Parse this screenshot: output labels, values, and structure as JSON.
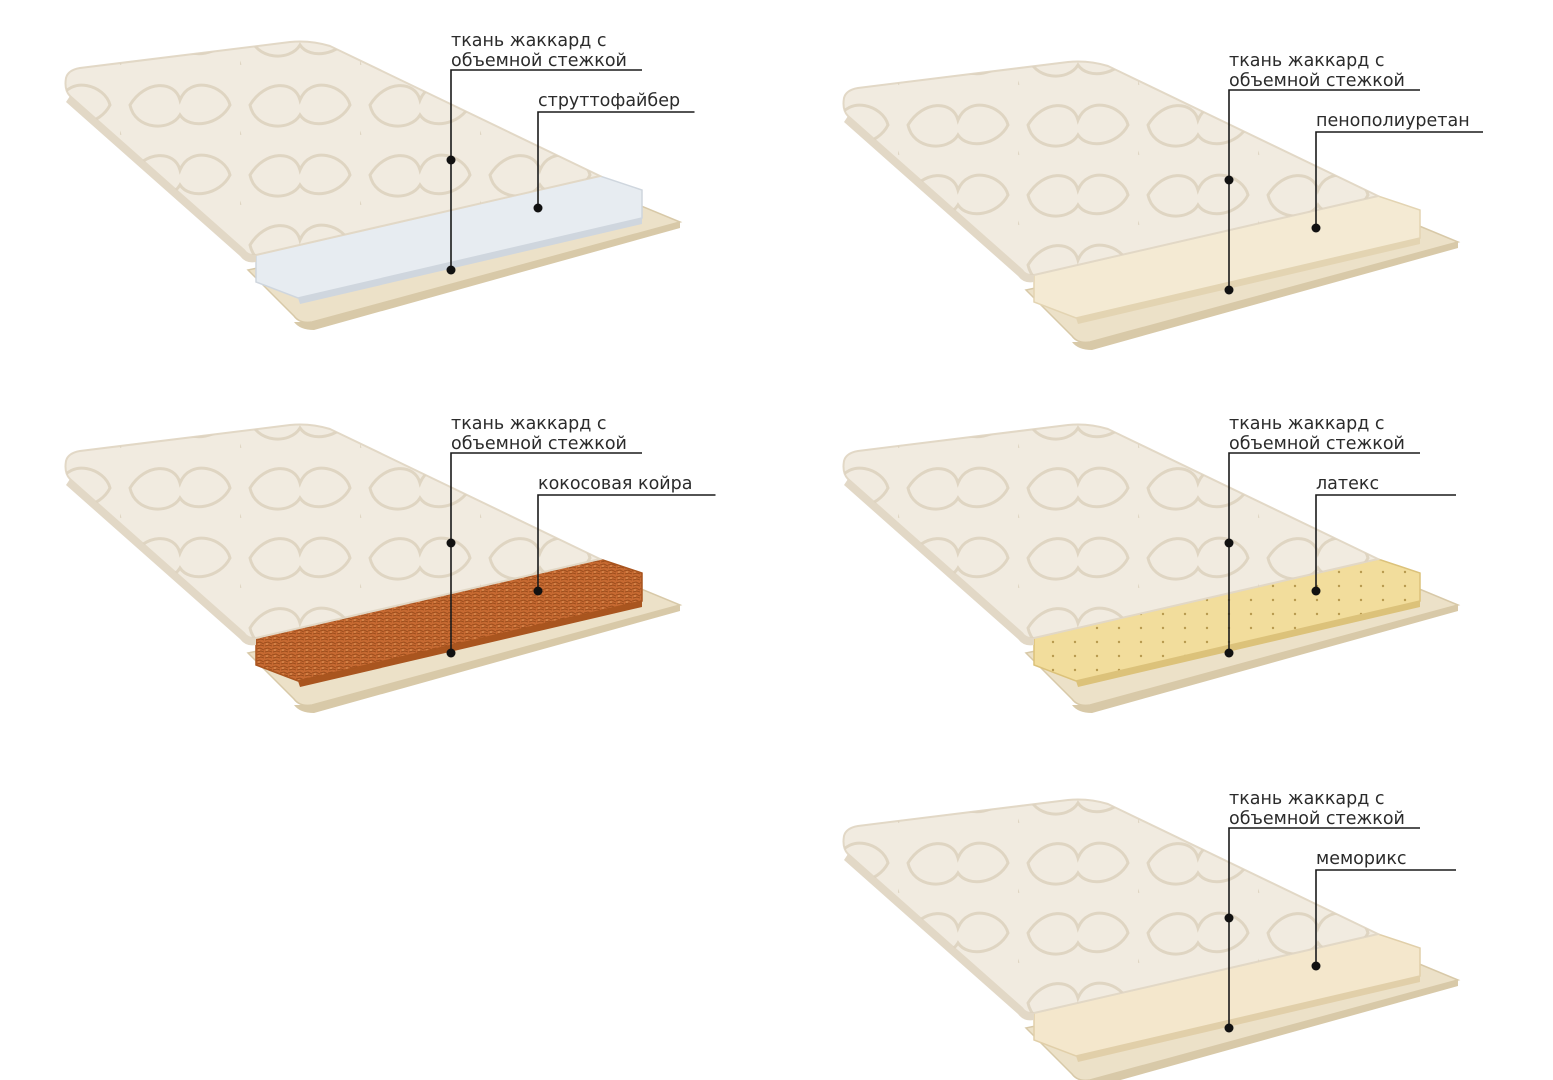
{
  "diagrams": [
    {
      "id": "strutto",
      "label_top_line1": "ткань жаккард с",
      "label_top_line2": "объемной стежкой",
      "label_core": "струттофайбер",
      "core_color": "#e7ecf1",
      "core_side_color": "#cfd6de"
    },
    {
      "id": "ppu",
      "label_top_line1": "ткань жаккард с",
      "label_top_line2": "объемной стежкой",
      "label_core": "пенополиуретан",
      "core_color": "#f4ead3",
      "core_side_color": "#e3d4b2"
    },
    {
      "id": "coir",
      "label_top_line1": "ткань жаккард с",
      "label_top_line2": "объемной стежкой",
      "label_core": "кокосовая койра",
      "core_color": "#c9713a",
      "core_side_color": "#a9551f"
    },
    {
      "id": "latex",
      "label_top_line1": "ткань жаккард с",
      "label_top_line2": "объемной стежкой",
      "label_core": "латекс",
      "core_color": "#f2dd9c",
      "core_side_color": "#dcc27a"
    },
    {
      "id": "memorix",
      "label_top_line1": "ткань жаккард с",
      "label_top_line2": "объемной стежкой",
      "label_core": "меморикс",
      "core_color": "#f4e7cc",
      "core_side_color": "#e1cfa9"
    }
  ],
  "colors": {
    "fabric_top": "#f1ebe0",
    "fabric_edge": "#e2d8c6",
    "fabric_pattern": "#e6dccb",
    "bottom_fabric": "#ece1c8",
    "bottom_edge": "#d8c9a8"
  }
}
